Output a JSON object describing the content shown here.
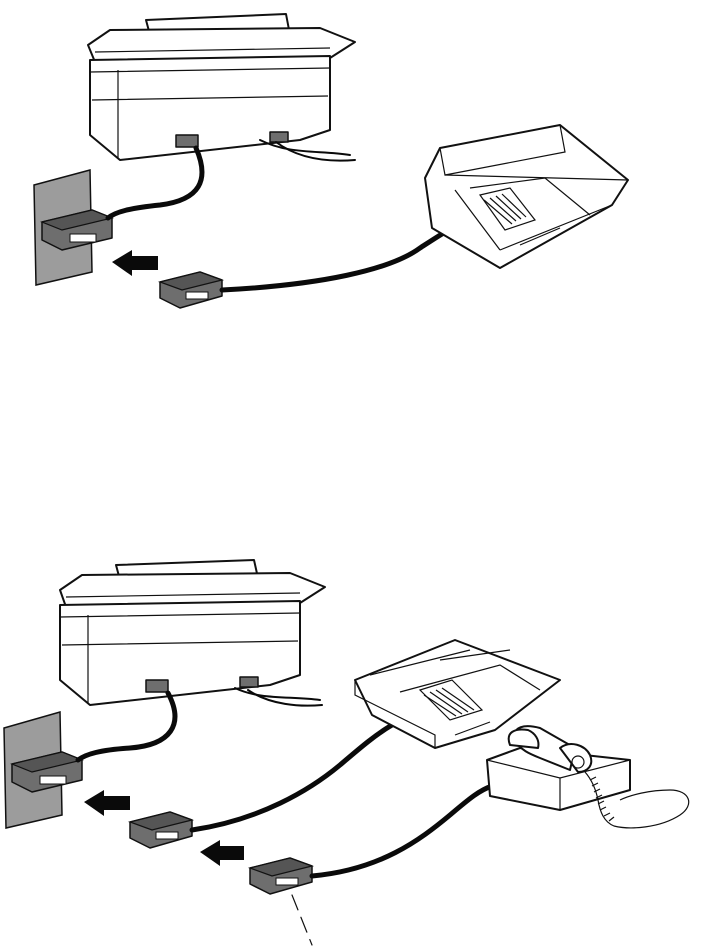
{
  "figures": [
    {
      "id": "fax-to-answering-machine",
      "devices": [
        "fax-machine",
        "wall-jack",
        "answering-machine"
      ]
    },
    {
      "id": "fax-to-answering-machine-and-telephone",
      "devices": [
        "fax-machine",
        "wall-jack",
        "answering-machine",
        "telephone"
      ]
    }
  ],
  "colors": {
    "line": "#111111",
    "wall": "#9c9c9c",
    "plug": "#6e6e6e",
    "background": "#ffffff"
  }
}
